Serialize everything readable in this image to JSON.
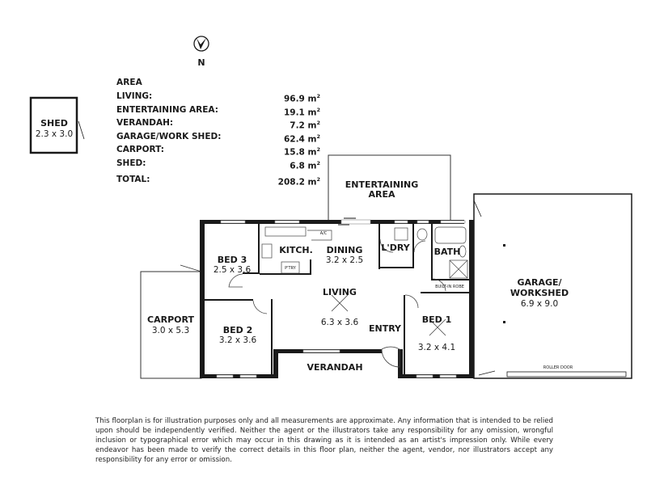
{
  "compass": {
    "label": "N"
  },
  "area_table": {
    "title": "AREA",
    "rows": [
      {
        "label": "LIVING:",
        "value": "96.9 m",
        "unit_sup": "2"
      },
      {
        "label": "ENTERTAINING AREA:",
        "value": "19.1 m",
        "unit_sup": "2"
      },
      {
        "label": "VERANDAH:",
        "value": "7.2 m",
        "unit_sup": "2"
      },
      {
        "label": "GARAGE/WORK SHED:",
        "value": "62.4 m",
        "unit_sup": "2"
      },
      {
        "label": "CARPORT:",
        "value": "15.8 m",
        "unit_sup": "2"
      },
      {
        "label": "SHED:",
        "value": "6.8 m",
        "unit_sup": "2"
      }
    ],
    "total": {
      "label": "TOTAL:",
      "value": "208.2 m",
      "unit_sup": "2"
    }
  },
  "rooms": {
    "shed": {
      "name": "SHED",
      "dims": "2.3 x 3.0"
    },
    "entertaining": {
      "name_line1": "ENTERTAINING",
      "name_line2": "AREA"
    },
    "bed3": {
      "name": "BED 3",
      "dims": "2.5 x 3.6"
    },
    "kitchen": {
      "name": "KITCH.",
      "pantry": "P'TRY",
      "ac": "A/C"
    },
    "dining": {
      "name": "DINING",
      "dims": "3.2 x 2.5"
    },
    "laundry": {
      "name": "L'DRY"
    },
    "bath": {
      "name": "BATH"
    },
    "robe": {
      "name": "BUILT-IN ROBE"
    },
    "living": {
      "name": "LIVING",
      "dims": "6.3 x 3.6"
    },
    "entry": {
      "name": "ENTRY"
    },
    "bed2": {
      "name": "BED 2",
      "dims": "3.2 x 3.6"
    },
    "bed1": {
      "name": "BED 1",
      "dims": "3.2 x 4.1"
    },
    "carport": {
      "name": "CARPORT",
      "dims": "3.0 x 5.3"
    },
    "verandah": {
      "name": "VERANDAH"
    },
    "garage": {
      "name_line1": "GARAGE/",
      "name_line2": "WORKSHED",
      "dims": "6.9 x 9.0",
      "door": "ROLLER DOOR"
    }
  },
  "disclaimer": "This floorplan is for illustration purposes only and all measurements are approximate. Any information that is intended to be relied upon should be independently verified. Neither the agent or the illustrators take any responsibility for any omission, wrongful inclusion or typographical error which may occur in this drawing as it is intended as an artist's impression only. While every endeavor has been made to verify the correct details in this floor plan, neither the agent, vendor, nor illustrators accept any responsibility for any error or omission."
}
